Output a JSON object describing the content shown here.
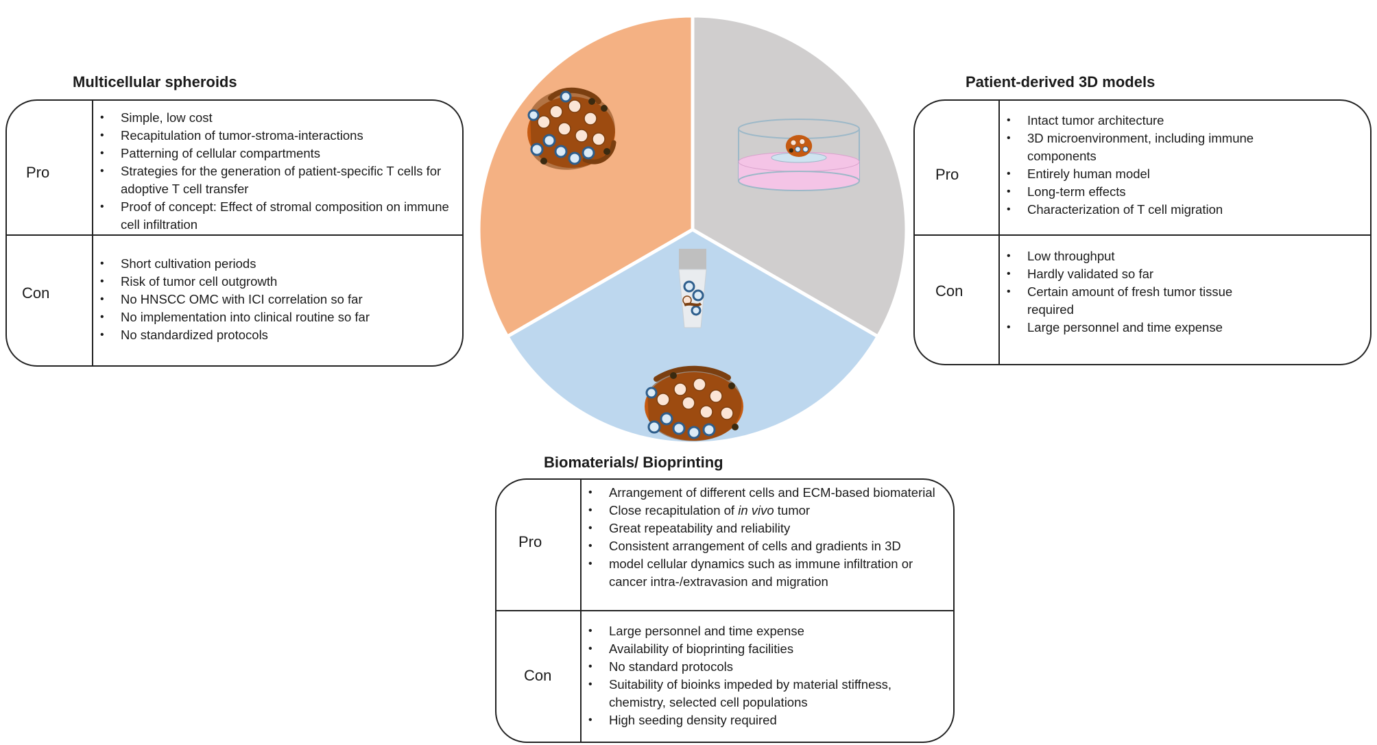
{
  "diagram": {
    "spheroids": {
      "title": "Multicellular spheroids",
      "pro_label": "Pro",
      "con_label": "Con",
      "pros": [
        "Simple, low cost",
        "Recapitulation of tumor-stroma-interactions",
        "Patterning of cellular compartments",
        "Strategies for the generation of patient-specific T cells for adoptive T cell transfer",
        "Proof of concept: Effect of stromal composition on immune cell infiltration"
      ],
      "cons": [
        "Short cultivation periods",
        "Risk of tumor cell outgrowth",
        "No HNSCC OMC with ICI correlation so far",
        "No implementation into clinical routine so far",
        "No standardized protocols"
      ]
    },
    "patient_derived": {
      "title": "Patient-derived 3D models",
      "pro_label": "Pro",
      "con_label": "Con",
      "pros": [
        "Intact tumor architecture",
        "3D microenvironment, including immune components",
        "Entirely human model",
        "Long-term effects",
        "Characterization of T cell migration"
      ],
      "cons": [
        "Low throughput",
        "Hardly validated so far",
        "Certain amount of fresh tumor tissue required",
        "Large personnel and time expense"
      ]
    },
    "bioprinting": {
      "title": "Biomaterials/ Bioprinting",
      "pro_label": "Pro",
      "con_label": "Con",
      "pros": [
        "Arrangement of different cells and ECM-based biomaterial",
        "Close recapitulation of ",
        "in vivo",
        " tumor",
        "Great repeatability and reliability",
        "Consistent arrangement of cells and gradients in 3D",
        "model cellular dynamics such as immune infiltration or cancer intra-/extravasion and migration"
      ],
      "cons": [
        "Large personnel and time expense",
        "Availability of bioprinting facilities",
        "No standard protocols",
        "Suitability of bioinks impeded by material stiffness, chemistry, selected cell populations",
        "High seeding density required"
      ]
    },
    "colors": {
      "spheroid_sector": "#F4B183",
      "patient_sector": "#D0CECE",
      "bioprint_sector": "#BDD7EE",
      "medium": "#F4C4E6",
      "tumor": "#C55A11",
      "tumor_dark": "#7B3F10",
      "cell": "#DCEBF7",
      "cell_ring": "#2E5E8C",
      "cell_light": "#FBE5D6"
    }
  }
}
